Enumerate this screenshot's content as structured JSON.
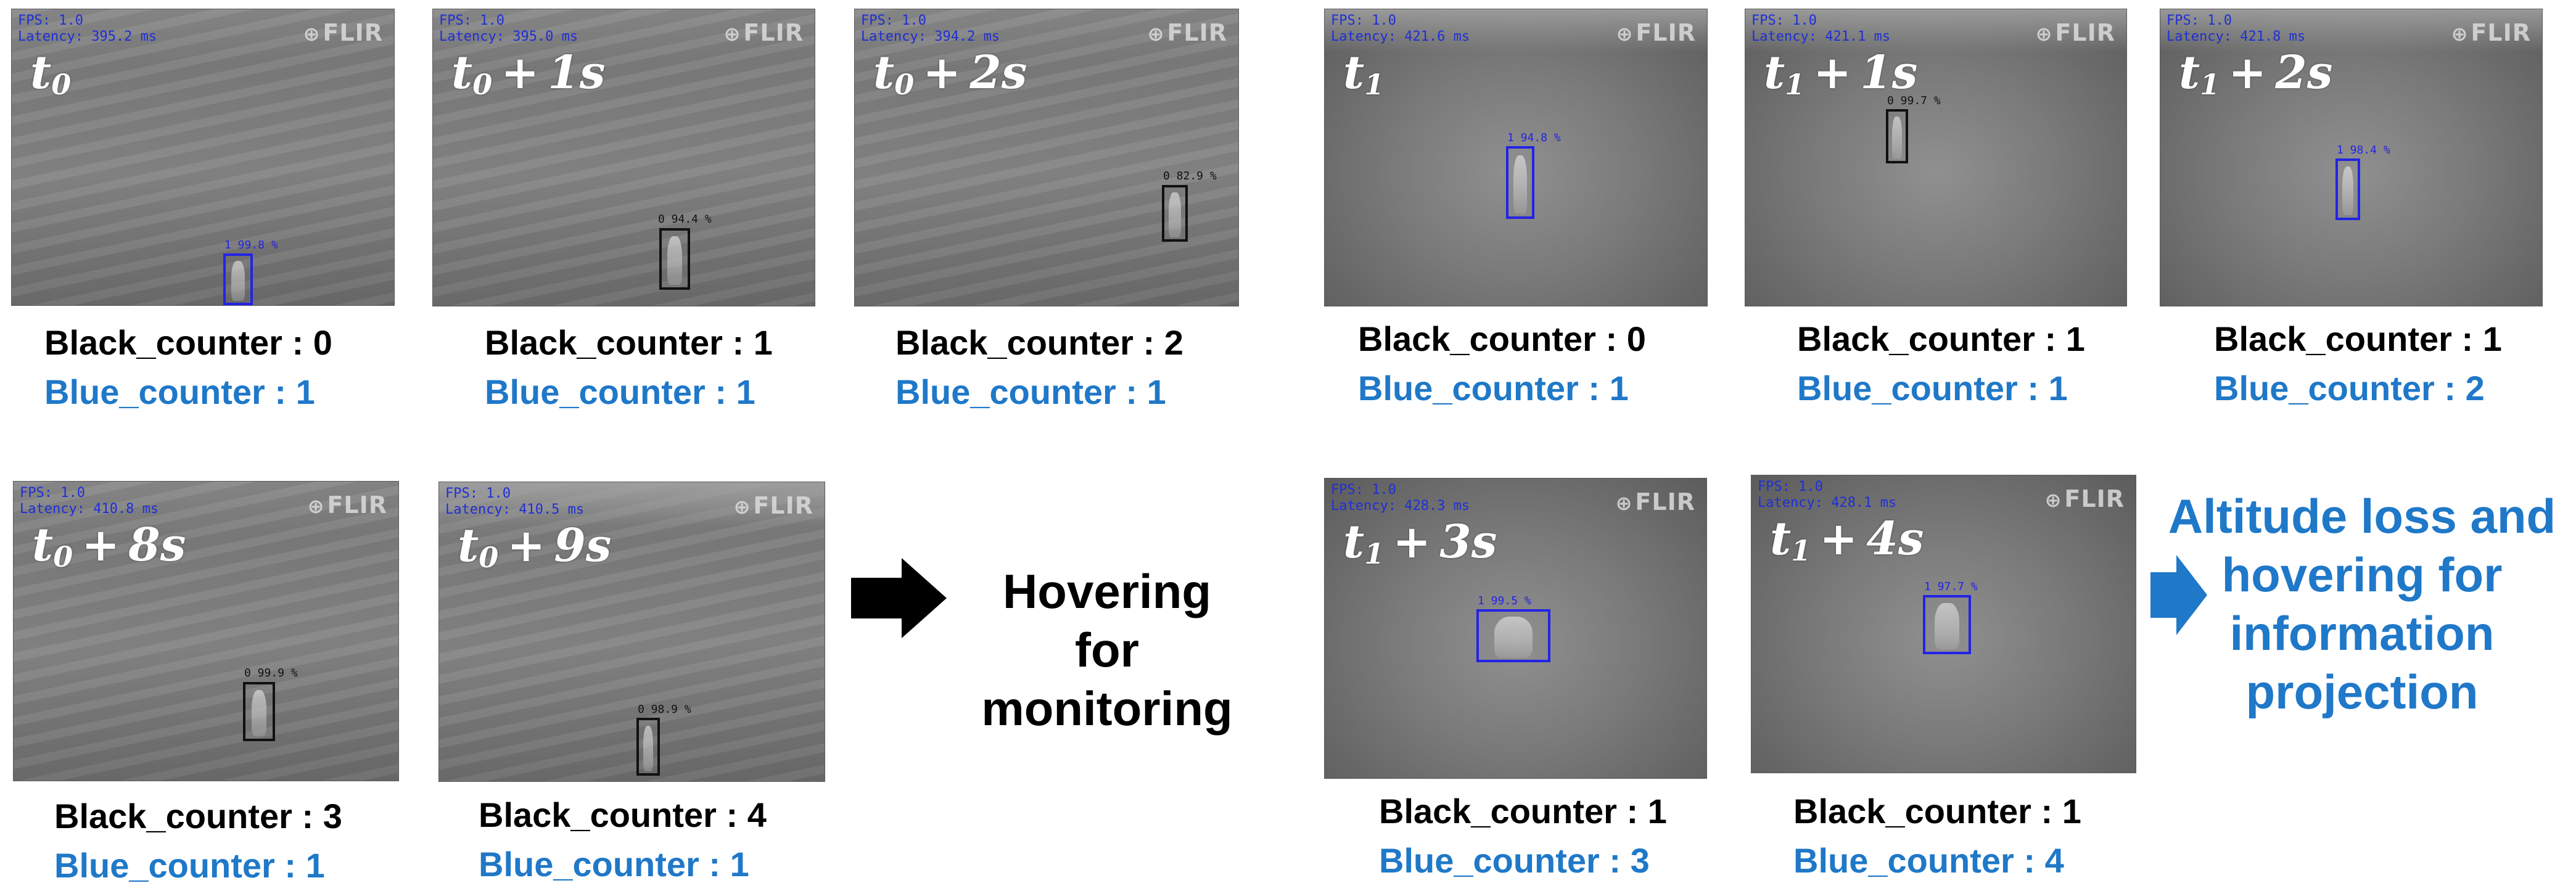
{
  "frames": [
    {
      "fps": "FPS: 1.0",
      "latency": "Latency: 395.2 ms",
      "logo": "FLIR",
      "t_base": "t",
      "t_sub": "0",
      "t_offset": "",
      "conf": "1 99.8 %",
      "box_color": "blue",
      "counter_black": "Black_counter : 0",
      "counter_blue": "Blue_counter : 1"
    },
    {
      "fps": "FPS: 1.0",
      "latency": "Latency: 395.0 ms",
      "logo": "FLIR",
      "t_base": "t",
      "t_sub": "0",
      "t_offset": "1s",
      "conf": "0 94.4 %",
      "box_color": "black",
      "counter_black": "Black_counter : 1",
      "counter_blue": "Blue_counter : 1"
    },
    {
      "fps": "FPS: 1.0",
      "latency": "Latency: 394.2 ms",
      "logo": "FLIR",
      "t_base": "t",
      "t_sub": "0",
      "t_offset": "2s",
      "conf": "0 82.9 %",
      "box_color": "black",
      "counter_black": "Black_counter : 2",
      "counter_blue": "Blue_counter : 1"
    },
    {
      "fps": "FPS: 1.0",
      "latency": "Latency: 421.6 ms",
      "logo": "FLIR",
      "t_base": "t",
      "t_sub": "1",
      "t_offset": "",
      "conf": "1 94.8 %",
      "box_color": "blue",
      "counter_black": "Black_counter : 0",
      "counter_blue": "Blue_counter : 1"
    },
    {
      "fps": "FPS: 1.0",
      "latency": "Latency: 421.1 ms",
      "logo": "FLIR",
      "t_base": "t",
      "t_sub": "1",
      "t_offset": "1s",
      "conf": "0 99.7 %",
      "box_color": "black",
      "counter_black": "Black_counter : 1",
      "counter_blue": "Blue_counter : 1"
    },
    {
      "fps": "FPS: 1.0",
      "latency": "Latency: 421.8 ms",
      "logo": "FLIR",
      "t_base": "t",
      "t_sub": "1",
      "t_offset": "2s",
      "conf": "1 98.4 %",
      "box_color": "blue",
      "counter_black": "Black_counter : 1",
      "counter_blue": "Blue_counter : 2"
    },
    {
      "fps": "FPS: 1.0",
      "latency": "Latency: 410.8 ms",
      "logo": "FLIR",
      "t_base": "t",
      "t_sub": "0",
      "t_offset": "8s",
      "conf": "0 99.9 %",
      "box_color": "black",
      "counter_black": "Black_counter : 3",
      "counter_blue": "Blue_counter : 1"
    },
    {
      "fps": "FPS: 1.0",
      "latency": "Latency: 410.5 ms",
      "logo": "FLIR",
      "t_base": "t",
      "t_sub": "0",
      "t_offset": "9s",
      "conf": "0 98.9 %",
      "box_color": "black",
      "counter_black": "Black_counter : 4",
      "counter_blue": "Blue_counter : 1"
    },
    {
      "fps": "FPS: 1.0",
      "latency": "Latency: 428.3 ms",
      "logo": "FLIR",
      "t_base": "t",
      "t_sub": "1",
      "t_offset": "3s",
      "conf": "1 99.5 %",
      "box_color": "blue",
      "counter_black": "Black_counter : 1",
      "counter_blue": "Blue_counter : 3"
    },
    {
      "fps": "FPS: 1.0",
      "latency": "Latency: 428.1 ms",
      "logo": "FLIR",
      "t_base": "t",
      "t_sub": "1",
      "t_offset": "4s",
      "conf": "1 97.7 %",
      "box_color": "blue",
      "counter_black": "Black_counter : 1",
      "counter_blue": "Blue_counter : 4"
    }
  ],
  "outcomes": {
    "black": {
      "lines": [
        "Hovering",
        "for",
        "monitoring"
      ],
      "color": "#000000"
    },
    "blue": {
      "lines": [
        "Altitude loss and",
        "hovering for",
        "information",
        "projection"
      ],
      "color": "#1f78c8"
    }
  },
  "colors": {
    "black_box": "#111111",
    "blue_box": "#2323e6",
    "blue_text": "#1f78c8"
  }
}
